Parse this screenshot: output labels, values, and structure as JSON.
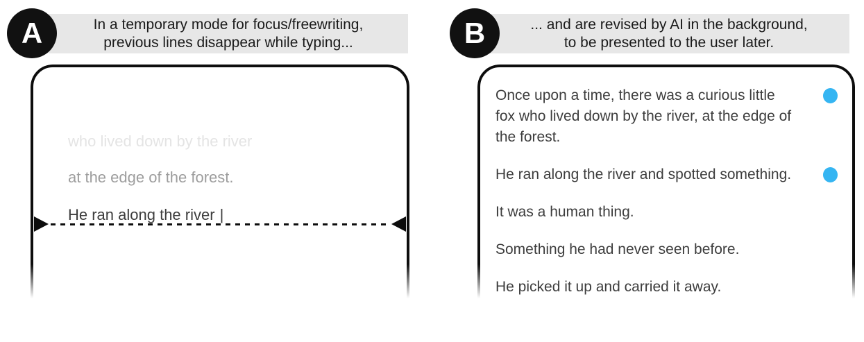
{
  "figure": {
    "panel_a": {
      "badge": "A",
      "caption_line1": "In a temporary mode for focus/freewriting,",
      "caption_line2": "previous lines disappear while typing...",
      "editor": {
        "faded_line_1": "who lived down by the river",
        "faded_line_2": "at the edge of the forest.",
        "active_line": "He ran along the river",
        "cursor": "|"
      }
    },
    "panel_b": {
      "badge": "B",
      "caption_line1": "... and are revised by AI in the background,",
      "caption_line2": "to be presented to the user later.",
      "paragraphs": [
        {
          "lines": [
            "Once upon a time, there was a curious little",
            "fox who lived down by the river, at the edge of",
            "the forest."
          ],
          "revision_indicator": true
        },
        {
          "lines": [
            "He ran along the river and spotted something."
          ],
          "revision_indicator": true
        },
        {
          "lines": [
            "It was a human thing."
          ],
          "revision_indicator": false
        },
        {
          "lines": [
            "Something he had never seen before."
          ],
          "revision_indicator": false
        },
        {
          "lines": [
            "He picked it up and carried it away."
          ],
          "revision_indicator": false
        }
      ]
    },
    "colors": {
      "banner_bg": "#e7e7e7",
      "badge_bg": "#111111",
      "card_border": "#0d0d0d",
      "text_dark": "#3d3d3d",
      "text_medium": "#9d9d9d",
      "text_faint": "#e4e4e4",
      "revision_dot": "#35b5f2",
      "banner_text": "#1a1a1a"
    }
  }
}
